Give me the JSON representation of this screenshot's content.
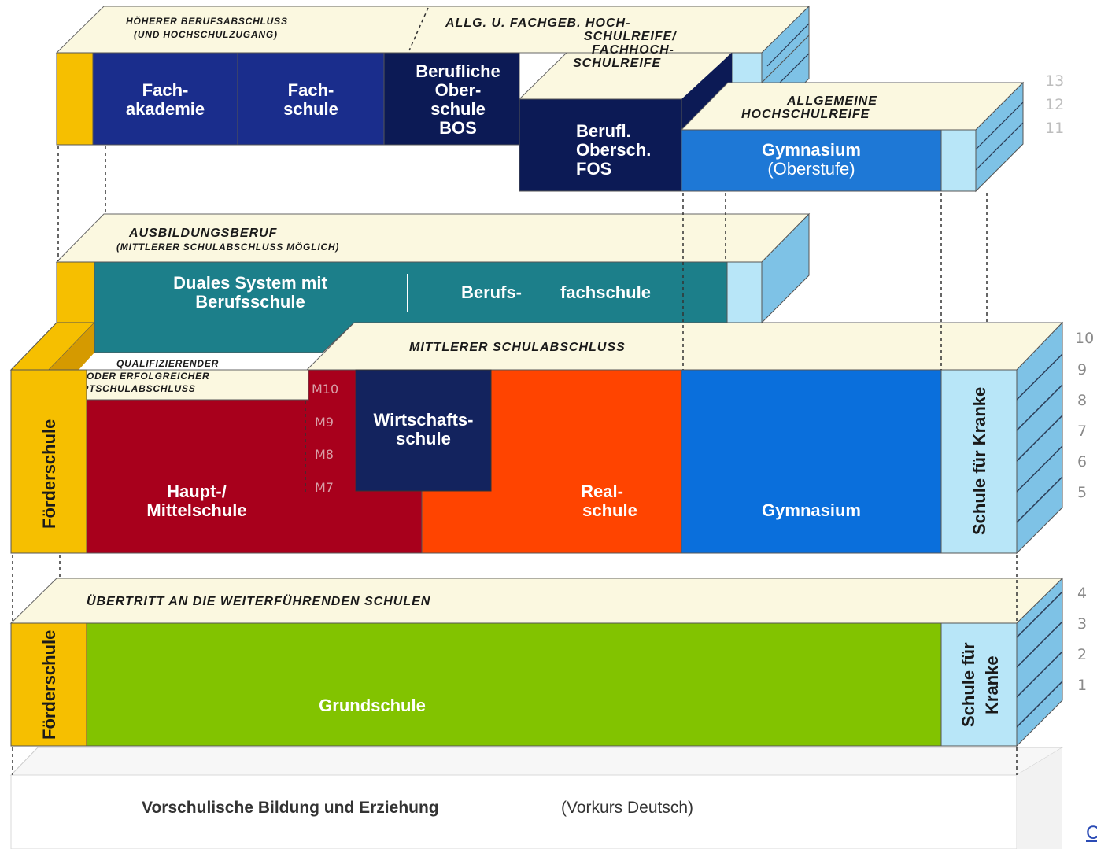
{
  "captions": {
    "hoeherer_1": "HÖHERER BERUFSABSCHLUSS",
    "hoeherer_2": "(UND HOCHSCHULZUGANG)",
    "allg_1": "ALLG. U.   FACHGEB. HOCH-",
    "allg_2": "SCHULREIFE/",
    "allg_3": "FACHHOCH-",
    "allg_4": "SCHULREIFE",
    "allgemeine_1": "ALLGEMEINE",
    "allgemeine_2": "HOCHSCHULREIFE",
    "ausbildung_1": "AUSBILDUNGSBERUF",
    "ausbildung_2": "(MITTLERER SCHULABSCHLUSS MÖGLICH)",
    "mittlerer": "MITTLERER   SCHULABSCHLUSS",
    "quali_1": "QUALIFIZIERENDER",
    "quali_2": "ODER ERFOLGREICHER",
    "quali_3": "HAUPTSCHULABSCHLUSS",
    "uebertritt": "ÜBERTRITT AN DIE WEITERFÜHRENDEN   SCHULEN"
  },
  "blocks": {
    "fachakademie_1": "Fach-",
    "fachakademie_2": "akademie",
    "fachschule_1": "Fach-",
    "fachschule_2": "schule",
    "bos_1": "Berufliche",
    "bos_2": "Ober-",
    "bos_3": "schule",
    "bos_4": "BOS",
    "fos_1": "Berufl.",
    "fos_2": "Obersch.",
    "fos_3": "FOS",
    "gym_ober_1": "Gymnasium",
    "gym_ober_2": "(Oberstufe)",
    "duales_1": "Duales System mit",
    "duales_2": "Berufsschule",
    "berufsfach_1": "Berufs-",
    "berufsfach_2": "fachschule",
    "foerderschule_mid": "Förderschule",
    "haupt_1": "Haupt-/",
    "haupt_2": "Mittelschule",
    "wirtschaft_1": "Wirtschafts-",
    "wirtschaft_2": "schule",
    "real_1": "Real-",
    "real_2": "schule",
    "gymnasium": "Gymnasium",
    "kranke_mid": "Schule für Kranke",
    "foerderschule_low": "Förderschule",
    "grundschule": "Grundschule",
    "kranke_low_1": "Schule für",
    "kranke_low_2": "Kranke",
    "m10": "M10",
    "m9": "M9",
    "m8": "M8",
    "m7": "M7",
    "vorschule": "Vorschulische Bildung und Erziehung",
    "vorkurs": "(Vorkurs Deutsch)"
  },
  "grades": {
    "g13": "13",
    "g12": "12",
    "g11": "11",
    "g10": "10",
    "g9": "9",
    "g8": "8",
    "g7": "7",
    "g6": "6",
    "g5": "5",
    "g4": "4",
    "g3": "3",
    "g2": "2",
    "g1": "1"
  },
  "footer_link": "C",
  "colors": {
    "yellow": "#f6bf00",
    "dark_blue": "#1a2d8c",
    "navy": "#0c1a55",
    "light_blue_block": "#1e78d6",
    "teal": "#1c7f8a",
    "red": "#a8001c",
    "orange": "#ff4400",
    "gym_blue": "#0a6fdc",
    "pale_blue": "#b8e6f8",
    "green": "#82c300",
    "cream": "#fbf8e0",
    "side_blue": "#7ec2e6"
  },
  "icons": [
    "staircase-3d-block-icon"
  ]
}
